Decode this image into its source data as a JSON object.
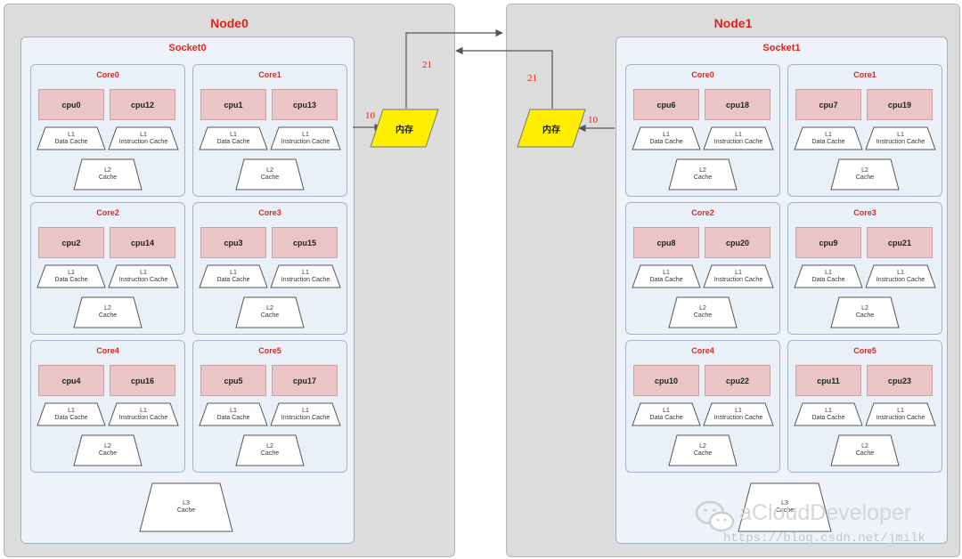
{
  "nodes": [
    {
      "title": "Node0",
      "socket": "Socket0",
      "cores": [
        {
          "title": "Core0",
          "cpus": [
            "cpu0",
            "cpu12"
          ]
        },
        {
          "title": "Core1",
          "cpus": [
            "cpu1",
            "cpu13"
          ]
        },
        {
          "title": "Core2",
          "cpus": [
            "cpu2",
            "cpu14"
          ]
        },
        {
          "title": "Core3",
          "cpus": [
            "cpu3",
            "cpu15"
          ]
        },
        {
          "title": "Core4",
          "cpus": [
            "cpu4",
            "cpu16"
          ]
        },
        {
          "title": "Core5",
          "cpus": [
            "cpu5",
            "cpu17"
          ]
        }
      ],
      "memory": "内存",
      "local_distance": "10",
      "remote_distance": "21"
    },
    {
      "title": "Node1",
      "socket": "Socket1",
      "cores": [
        {
          "title": "Core0",
          "cpus": [
            "cpu6",
            "cpu18"
          ]
        },
        {
          "title": "Core1",
          "cpus": [
            "cpu7",
            "cpu19"
          ]
        },
        {
          "title": "Core2",
          "cpus": [
            "cpu8",
            "cpu20"
          ]
        },
        {
          "title": "Core3",
          "cpus": [
            "cpu9",
            "cpu21"
          ]
        },
        {
          "title": "Core4",
          "cpus": [
            "cpu10",
            "cpu22"
          ]
        },
        {
          "title": "Core5",
          "cpus": [
            "cpu11",
            "cpu23"
          ]
        }
      ],
      "memory": "内存",
      "local_distance": "10",
      "remote_distance": "21"
    }
  ],
  "cache_labels": {
    "l1_data": [
      "L1",
      "Data Cache"
    ],
    "l1_instruction": [
      "L1",
      "Instruction Cache"
    ],
    "l2": [
      "L2",
      "Cache"
    ],
    "l3": [
      "L3",
      "Cache"
    ]
  },
  "colors": {
    "node_bg": "#dcdcdc",
    "title_red": "#e3231b",
    "cpu_fill": "#ebc5c5",
    "memory_fill": "#ffee00"
  },
  "watermark": {
    "brand": "aCloudDeveloper",
    "url": "https://blog.csdn.net/jmilk",
    "icon": "wechat-logo-icon"
  }
}
